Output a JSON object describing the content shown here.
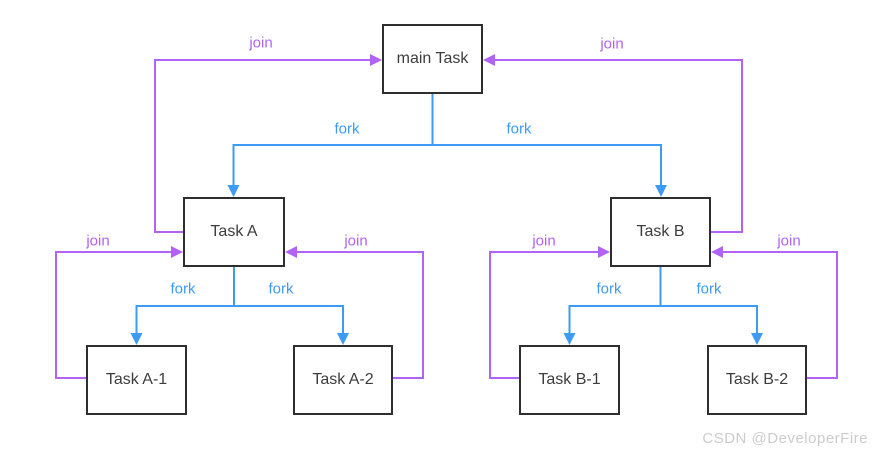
{
  "diagram": {
    "type": "fork-join task diagram",
    "background": "#ffffff"
  },
  "nodes": {
    "main": {
      "label": "main Task"
    },
    "task_a": {
      "label": "Task A"
    },
    "task_b": {
      "label": "Task B"
    },
    "task_a1": {
      "label": "Task A-1"
    },
    "task_a2": {
      "label": "Task A-2"
    },
    "task_b1": {
      "label": "Task B-1"
    },
    "task_b2": {
      "label": "Task B-2"
    }
  },
  "labels": {
    "fork": "fork",
    "join": "join"
  },
  "edges": [
    {
      "type": "fork",
      "from": "main",
      "to": "task_a",
      "label": "fork"
    },
    {
      "type": "fork",
      "from": "main",
      "to": "task_b",
      "label": "fork"
    },
    {
      "type": "fork",
      "from": "task_a",
      "to": "task_a1",
      "label": "fork"
    },
    {
      "type": "fork",
      "from": "task_a",
      "to": "task_a2",
      "label": "fork"
    },
    {
      "type": "fork",
      "from": "task_b",
      "to": "task_b1",
      "label": "fork"
    },
    {
      "type": "fork",
      "from": "task_b",
      "to": "task_b2",
      "label": "fork"
    },
    {
      "type": "join",
      "from": "task_a",
      "to": "main",
      "label": "join"
    },
    {
      "type": "join",
      "from": "task_b",
      "to": "main",
      "label": "join"
    },
    {
      "type": "join",
      "from": "task_a1",
      "to": "task_a",
      "label": "join"
    },
    {
      "type": "join",
      "from": "task_a2",
      "to": "task_a",
      "label": "join"
    },
    {
      "type": "join",
      "from": "task_b1",
      "to": "task_b",
      "label": "join"
    },
    {
      "type": "join",
      "from": "task_b2",
      "to": "task_b",
      "label": "join"
    }
  ],
  "colors": {
    "fork": "#3d9bf6",
    "join": "#b164f3",
    "node_border": "#2e2e2e",
    "node_text": "#3d3d3d",
    "watermark": "#cccccc"
  },
  "watermark": {
    "text": "CSDN @DeveloperFire"
  }
}
